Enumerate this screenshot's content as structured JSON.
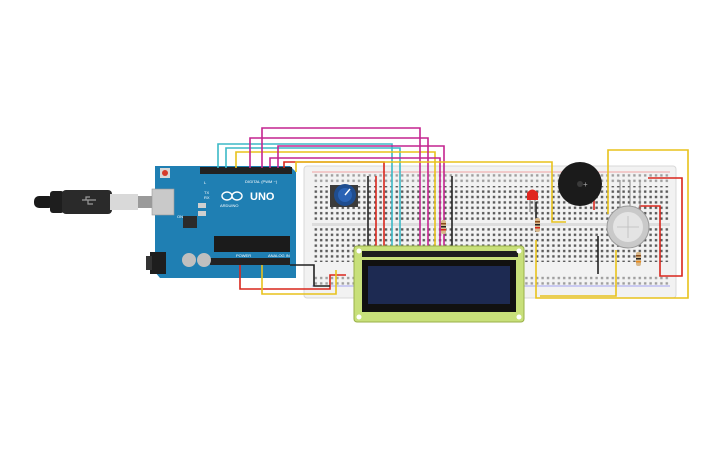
{
  "arduino": {
    "model_label": "UNO",
    "brand_label": "ARDUINO",
    "digital_label": "DIGITAL (PWM ~)",
    "power_label": "POWER",
    "analog_label": "ANALOG IN",
    "tx_label": "TX",
    "rx_label": "RX",
    "l_label": "L",
    "on_label": "ON",
    "board_color": "#1f7fb3"
  },
  "usb_cable": {
    "icon": "usb-plug-icon"
  },
  "breadboard": {
    "color": "#f2f2f2"
  },
  "lcd": {
    "screen_color": "#1d2a52",
    "pcb_color": "#c8e07a"
  },
  "components": {
    "potentiometer": "knob-icon",
    "buzzer": "buzzer-icon",
    "gas_sensor": "sensor-icon",
    "led_color": "#e0261f"
  },
  "wire_colors": {
    "red": "#d9261c",
    "black": "#222222",
    "yellow": "#e8c21c",
    "magenta": "#c4248f",
    "cyan": "#3bb9c6",
    "orange": "#e88a1c"
  }
}
